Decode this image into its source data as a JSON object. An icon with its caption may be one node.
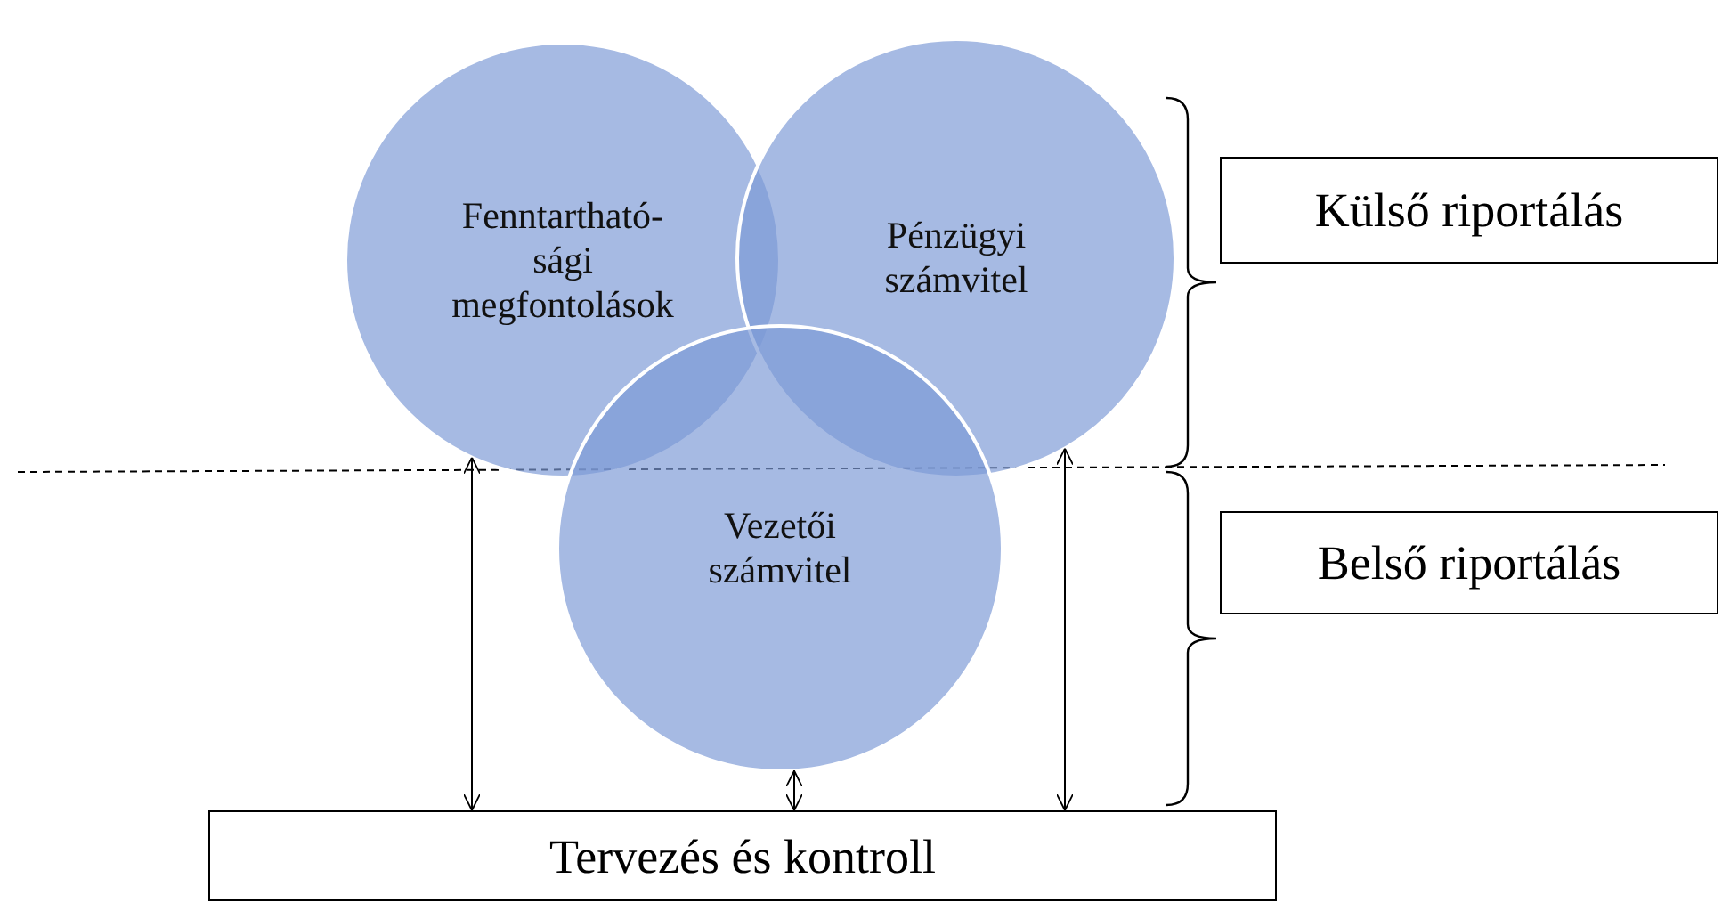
{
  "diagram": {
    "nodes": [
      {
        "text": [
          "Fenntartható- sági megfontolások"
        ]
      },
      {
        "text": [
          "Pénzügyi számvitel"
        ]
      },
      {
        "text": [
          "Vezetői számvitel"
        ]
      },
      {
        "text": [
          "Külső riportálás"
        ]
      },
      {
        "text": [
          "Belső riportálás"
        ]
      },
      {
        "text": [
          "Tervezés és kontroll"
        ]
      }
    ],
    "edges": [
      {
        "from": 0,
        "to": 5,
        "arrow": "both"
      },
      {
        "from": 2,
        "to": 5,
        "arrow": "both"
      },
      {
        "from": 1,
        "to": 5,
        "arrow": "both"
      }
    ]
  }
}
